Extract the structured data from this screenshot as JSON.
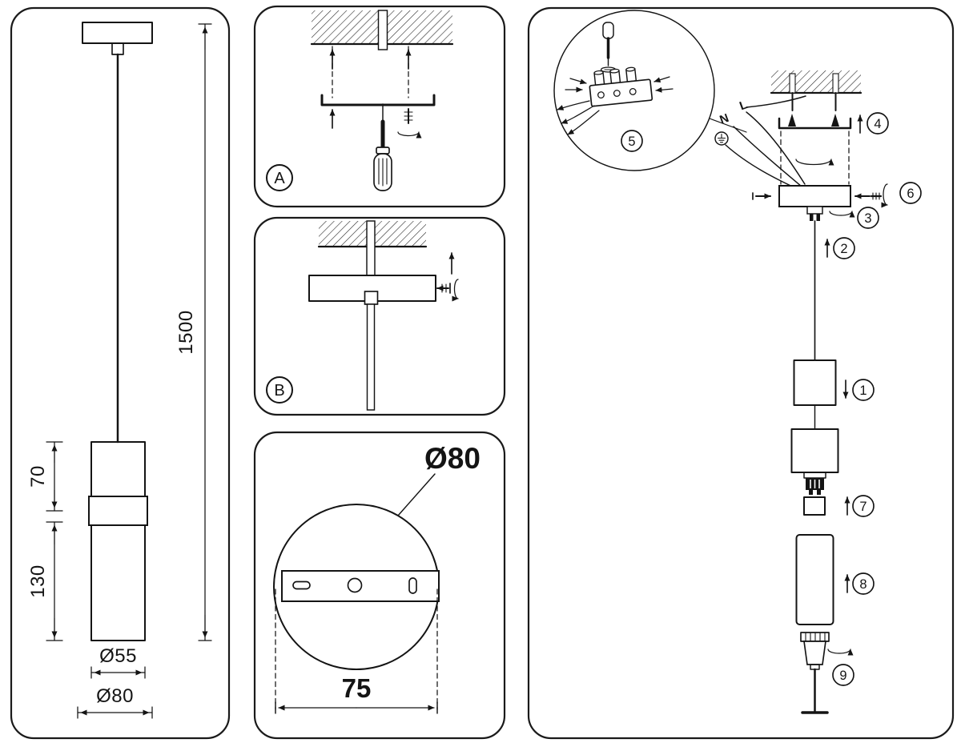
{
  "colors": {
    "line": "#141414",
    "panel_border": "#1a1a1a",
    "background": "#ffffff"
  },
  "dimension_panel": {
    "overall_drop": "1500",
    "upper_body": "70",
    "lower_body": "130",
    "shade_diameter": "Ø55",
    "canopy_diameter": "Ø80"
  },
  "step_a": {
    "badge": "A"
  },
  "step_b": {
    "badge": "B"
  },
  "canopy_plate_panel": {
    "plate_diameter": "Ø80",
    "hole_spacing": "75"
  },
  "assembly_panel": {
    "wire_neutral": "N",
    "wire_live": "L",
    "steps": [
      "1",
      "2",
      "3",
      "4",
      "5",
      "6",
      "7",
      "8",
      "9"
    ]
  }
}
